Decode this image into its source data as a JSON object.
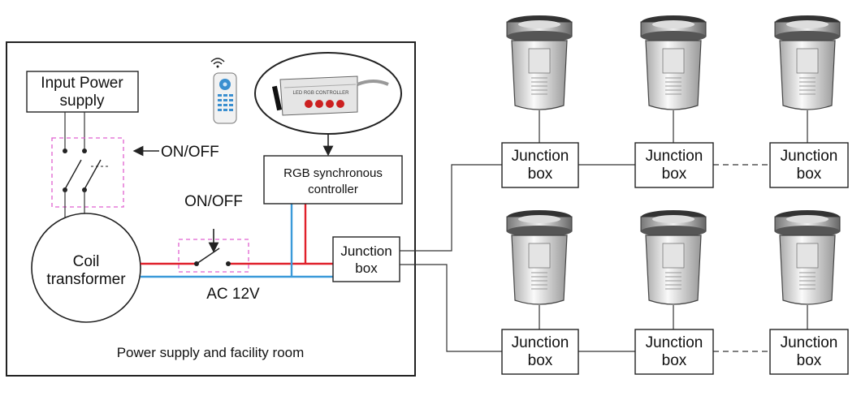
{
  "room": {
    "caption": "Power supply and facility room"
  },
  "input_power": {
    "line1": "Input Power",
    "line2": "supply"
  },
  "switch_main": {
    "label": "ON/OFF"
  },
  "switch_inline": {
    "label": "ON/OFF"
  },
  "transformer": {
    "line1": "Coil",
    "line2": "transformer"
  },
  "voltage": {
    "label": "AC 12V"
  },
  "controller": {
    "line1": "RGB synchronous",
    "line2": "controller",
    "device_text": "LED RGB CONTROLLER"
  },
  "main_junction": {
    "line1": "Junction",
    "line2": "box"
  },
  "lamp_junctions": [
    {
      "line1": "Junction",
      "line2": "box"
    },
    {
      "line1": "Junction",
      "line2": "box"
    },
    {
      "line1": "Junction",
      "line2": "box"
    },
    {
      "line1": "Junction",
      "line2": "box"
    },
    {
      "line1": "Junction",
      "line2": "box"
    },
    {
      "line1": "Junction",
      "line2": "box"
    }
  ],
  "colors": {
    "red_wire": "#e0202a",
    "blue_wire": "#3a9ad9",
    "dash_box": "#e060d0",
    "ink": "#222222"
  },
  "icons": [
    "remote-control-icon",
    "rgb-controller-device-icon",
    "underground-lamp-icon",
    "arrow-icon"
  ]
}
